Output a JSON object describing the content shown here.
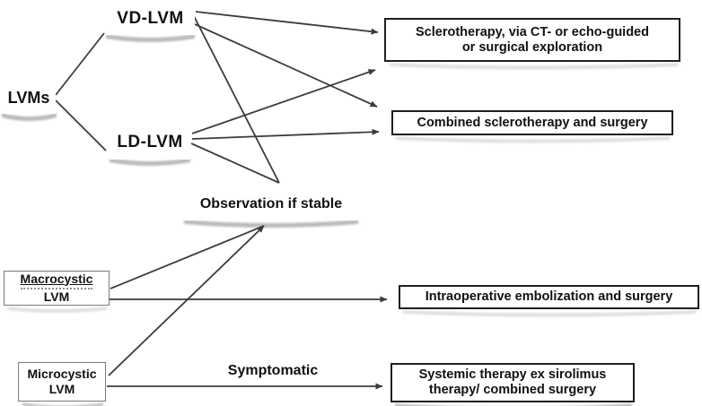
{
  "figure": {
    "nodes": {
      "lvms": {
        "label": "LVMs"
      },
      "vd_lvm": {
        "label": "VD-LVM"
      },
      "ld_lvm": {
        "label": "LD-LVM"
      },
      "observation": {
        "label": "Observation if stable"
      },
      "macrocystic_lvm": {
        "line1": "Macrocystic",
        "line2": "LVM"
      },
      "microcystic_lvm": {
        "line1": "Microcystic",
        "line2": "LVM"
      },
      "sclerotherapy": {
        "line1": "Sclerotherapy, via CT- or echo-guided",
        "line2": "or surgical exploration"
      },
      "combined_sclerotherapy": {
        "label": "Combined sclerotherapy and surgery"
      },
      "intraoperative": {
        "label": "Intraoperative embolization and surgery"
      },
      "systemic_therapy": {
        "line1": "Systemic therapy ex sirolimus",
        "line2": "therapy/ combined surgery"
      }
    },
    "edge_labels": {
      "symptomatic": "Symptomatic"
    },
    "edges": [
      {
        "from": "LVMs",
        "to": "VD-LVM"
      },
      {
        "from": "LVMs",
        "to": "LD-LVM"
      },
      {
        "from": "VD-LVM",
        "to": "Sclerotherapy, via CT- or echo-guided or surgical exploration"
      },
      {
        "from": "VD-LVM",
        "to": "Combined sclerotherapy and surgery"
      },
      {
        "from": "VD-LVM",
        "to": "Observation if stable"
      },
      {
        "from": "LD-LVM",
        "to": "Sclerotherapy, via CT- or echo-guided or surgical exploration"
      },
      {
        "from": "LD-LVM",
        "to": "Combined sclerotherapy and surgery"
      },
      {
        "from": "LD-LVM",
        "to": "Observation if stable"
      },
      {
        "from": "Macrocystic LVM",
        "to": "Observation if stable"
      },
      {
        "from": "Macrocystic LVM",
        "to": "Intraoperative embolization and surgery"
      },
      {
        "from": "Microcystic LVM",
        "to": "Observation if stable"
      },
      {
        "from": "Microcystic LVM",
        "to": "Systemic therapy ex sirolimus therapy/ combined surgery",
        "label": "Symptomatic"
      }
    ],
    "colors": {
      "line": "#3c3c3c",
      "box_border_dark": "#1f1f1f",
      "box_border_gray": "#7a7a7a",
      "shadow_strong": "#b0b0b0",
      "shadow_faint": "#dcdcdc",
      "text": "#111111",
      "background": "#ffffff"
    }
  }
}
